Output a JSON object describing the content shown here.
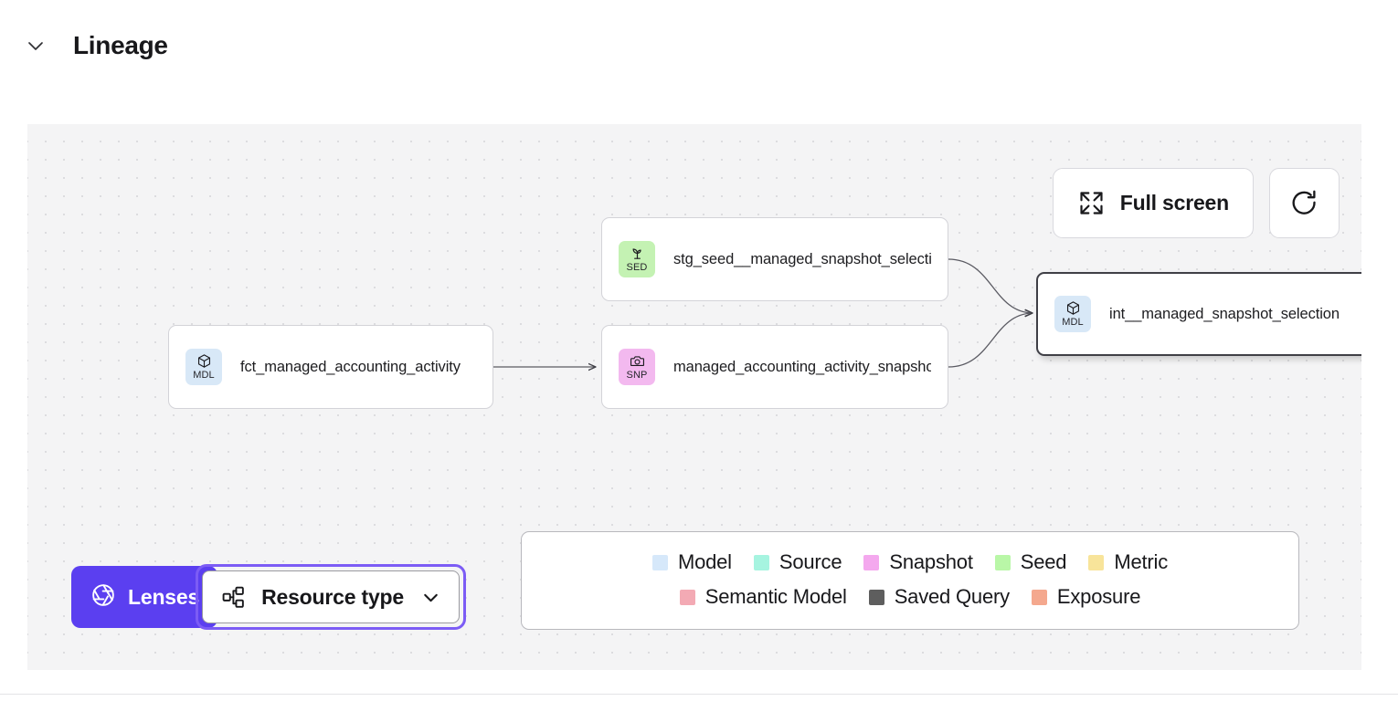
{
  "section": {
    "title": "Lineage",
    "collapse_icon": "chevron-down-icon",
    "expanded": true
  },
  "toolbar": {
    "fullscreen": {
      "label": "Full screen",
      "icon": "expand-arrows-icon"
    },
    "refresh": {
      "label": "",
      "icon": "refresh-icon"
    }
  },
  "graph": {
    "nodes": [
      {
        "id": "fct",
        "label": "fct_managed_accounting_activity",
        "type": "Model",
        "badge_code": "MDL",
        "badge_icon": "cube-icon",
        "badge_color": "#d8e8f7",
        "selected": false
      },
      {
        "id": "stg",
        "label": "stg_seed__managed_snapshot_selecti...",
        "type": "Seed",
        "badge_code": "SED",
        "badge_icon": "sprout-icon",
        "badge_color": "#c4f2b3",
        "selected": false
      },
      {
        "id": "snap",
        "label": "managed_accounting_activity_snapshot",
        "type": "Snapshot",
        "badge_code": "SNP",
        "badge_icon": "camera-icon",
        "badge_color": "#f3b9ef",
        "selected": false
      },
      {
        "id": "int",
        "label": "int__managed_snapshot_selection",
        "type": "Model",
        "badge_code": "MDL",
        "badge_icon": "cube-icon",
        "badge_color": "#d8e8f7",
        "selected": true
      }
    ],
    "edges": [
      {
        "from": "fct",
        "to": "snap"
      },
      {
        "from": "stg",
        "to": "int"
      },
      {
        "from": "snap",
        "to": "int"
      }
    ]
  },
  "legend": {
    "rows": [
      [
        {
          "label": "Model",
          "color": "#d6e8fa"
        },
        {
          "label": "Source",
          "color": "#a6f4e0"
        },
        {
          "label": "Snapshot",
          "color": "#f4a8ee"
        },
        {
          "label": "Seed",
          "color": "#b9f7a7"
        },
        {
          "label": "Metric",
          "color": "#f8e49a"
        }
      ],
      [
        {
          "label": "Semantic Model",
          "color": "#f3aab4"
        },
        {
          "label": "Saved Query",
          "color": "#5e5e5e"
        },
        {
          "label": "Exposure",
          "color": "#f4a88e"
        }
      ]
    ]
  },
  "controls": {
    "lenses": {
      "label": "Lenses",
      "icon": "aperture-icon",
      "color": "#5b3ff0"
    },
    "resource_type": {
      "label": "Resource type",
      "icon": "hierarchy-icon",
      "chevron": "chevron-down-icon",
      "focused": true
    }
  }
}
